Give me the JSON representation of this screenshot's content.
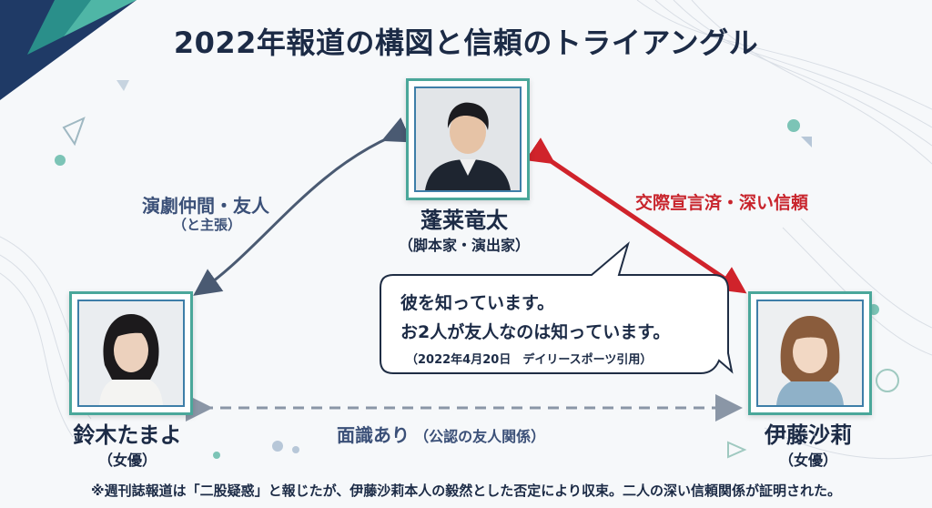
{
  "title": "2022年報道の構図と信頼のトライアングル",
  "people": {
    "top": {
      "name": "蓬莱竜太",
      "role": "（脚本家・演出家）"
    },
    "left": {
      "name": "鈴木たまよ",
      "role": "（女優）"
    },
    "right": {
      "name": "伊藤沙莉",
      "role": "（女優）"
    }
  },
  "relations": {
    "top_left": {
      "label": "演劇仲間・友人",
      "sub": "（と主張）"
    },
    "top_right": {
      "label": "交際宣言済・深い信頼"
    },
    "left_right": {
      "label": "面識あり",
      "sub": "（公認の友人関係）"
    }
  },
  "quote": {
    "line1": "彼を知っています。",
    "line2": "お2人が友人なのは知っています。",
    "source": "（2022年4月20日　デイリースポーツ引用）"
  },
  "footnote": "※週刊誌報道は「二股疑惑」と報じたが、伊藤沙莉本人の毅然とした否定により収束。二人の深い信頼関係が証明された。",
  "colors": {
    "frame_teal": "#4aa79a",
    "frame_blue": "#3e7ea8",
    "arrow_red": "#d0232b",
    "arrow_gray": "#4a5a72"
  }
}
